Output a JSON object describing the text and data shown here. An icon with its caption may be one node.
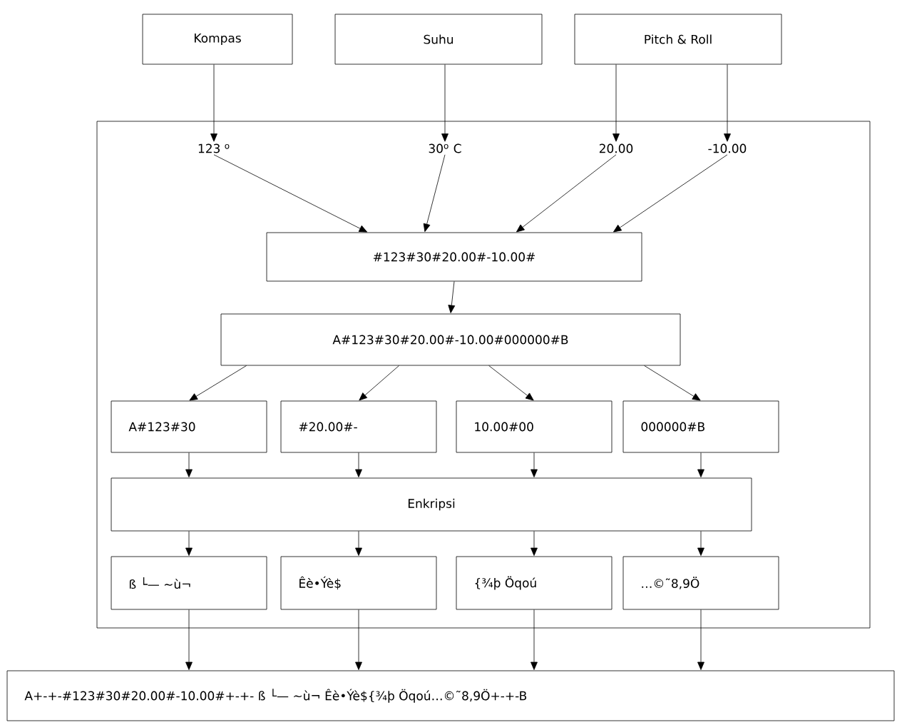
{
  "diagram": {
    "nodes": [
      {
        "text": [
          "Kompas"
        ]
      },
      {
        "text": [
          "Suhu"
        ]
      },
      {
        "text": [
          "Pitch & Roll"
        ]
      },
      {
        "text": [],
        "shape": "box"
      },
      {
        "text": [
          "123 $^{o}$"
        ],
        "in": 3
      },
      {
        "text": [
          "30$^{o}$ C"
        ],
        "in": 3
      },
      {
        "text": [
          "20.00"
        ],
        "in": 3
      },
      {
        "text": [
          "-10.00"
        ],
        "in": 3
      },
      {
        "text": [
          "#123#30#20.00#-10.00#"
        ],
        "in": 3
      },
      {
        "text": [
          "A#123#30#20.00#-10.00#000000#B"
        ],
        "in": 3
      },
      {
        "text": [
          "A#123#30"
        ],
        "in": 3
      },
      {
        "text": [
          "#20.00#-"
        ],
        "in": 3
      },
      {
        "text": [
          "10.00#00"
        ],
        "in": 3
      },
      {
        "text": [
          "000000#B"
        ],
        "in": 3
      },
      {
        "text": [
          "Enkripsi"
        ],
        "in": 3
      },
      {
        "text": [
          "ß └— ~ù¬"
        ],
        "in": 3
      },
      {
        "text": [
          "Êè•Ýè$"
        ],
        "in": 3
      },
      {
        "text": [
          "{¾þ  Öqoú"
        ],
        "in": 3
      },
      {
        "text": [
          "…©˜8,9Ö"
        ],
        "in": 3
      },
      {
        "text": [
          "A+-+-#123#30#20.00#-10.00#+-+- ß └— ~ù¬ Êè•Ýè${¾þ  Öqoú…©˜8,9Ö+-+-B"
        ]
      }
    ],
    "edges": [
      {
        "from": 0,
        "to": 4,
        "arrow": "to"
      },
      {
        "from": 1,
        "to": 5,
        "arrow": "to"
      },
      {
        "from": 2,
        "to": 6,
        "arrow": "to"
      },
      {
        "from": 2,
        "to": 7,
        "arrow": "to"
      },
      {
        "from": 4,
        "to": 8,
        "arrow": "to"
      },
      {
        "from": 5,
        "to": 8,
        "arrow": "to"
      },
      {
        "from": 6,
        "to": 8,
        "arrow": "to"
      },
      {
        "from": 7,
        "to": 8,
        "arrow": "to"
      },
      {
        "from": 8,
        "to": 9,
        "arrow": "to"
      },
      {
        "from": 9,
        "to": 10,
        "arrow": "to"
      },
      {
        "from": 9,
        "to": 11,
        "arrow": "to"
      },
      {
        "from": 9,
        "to": 12,
        "arrow": "to"
      },
      {
        "from": 9,
        "to": 13,
        "arrow": "to"
      },
      {
        "from": 10,
        "to": 14,
        "arrow": "to"
      },
      {
        "from": 11,
        "to": 14,
        "arrow": "to"
      },
      {
        "from": 12,
        "to": 14,
        "arrow": "to"
      },
      {
        "from": 13,
        "to": 14,
        "arrow": "to"
      },
      {
        "from": 14,
        "to": 15,
        "arrow": "to"
      },
      {
        "from": 14,
        "to": 16,
        "arrow": "to"
      },
      {
        "from": 14,
        "to": 17,
        "arrow": "to"
      },
      {
        "from": 14,
        "to": 18,
        "arrow": "to"
      },
      {
        "from": 15,
        "to": 19,
        "arrow": "to"
      },
      {
        "from": 16,
        "to": 19,
        "arrow": "to"
      },
      {
        "from": 17,
        "to": 19,
        "arrow": "to"
      },
      {
        "from": 18,
        "to": 19,
        "arrow": "to"
      }
    ]
  }
}
